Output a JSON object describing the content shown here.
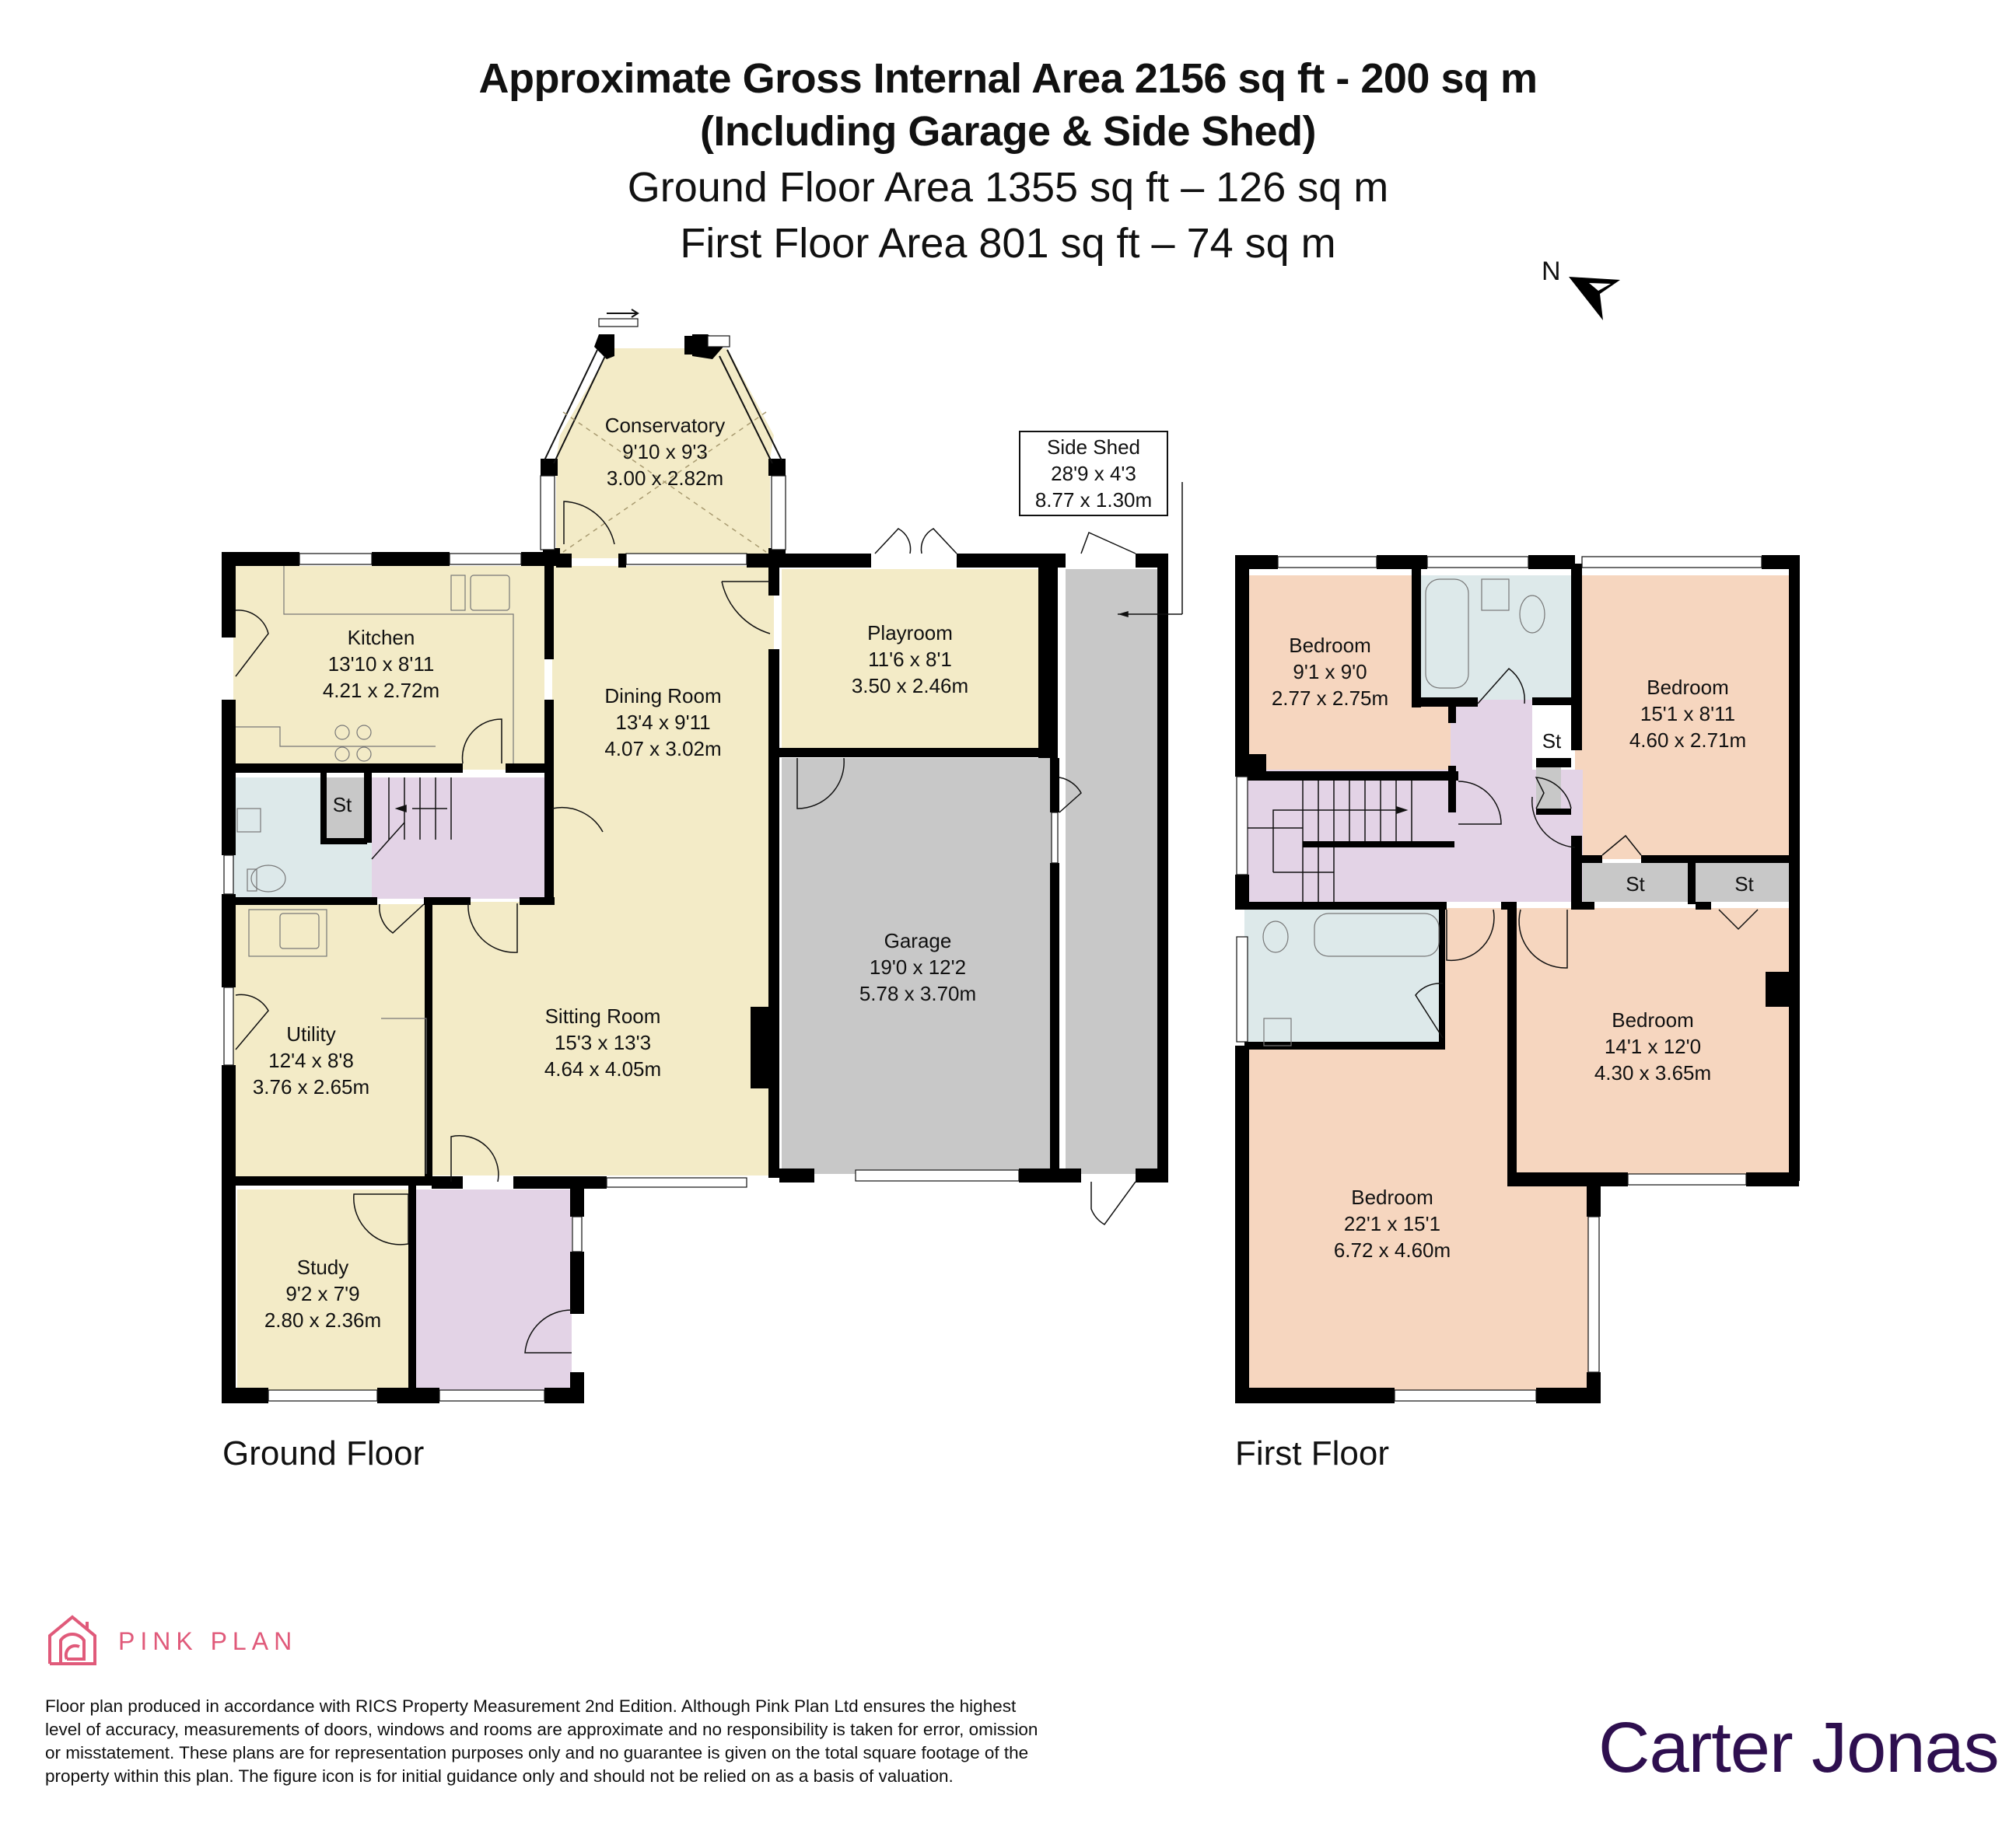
{
  "header": {
    "title_line1": "Approximate Gross Internal Area 2156 sq ft - 200 sq m",
    "title_line2": "(Including Garage & Side Shed)",
    "ground_floor_area": "Ground Floor Area 1355 sq ft – 126 sq m",
    "first_floor_area": "First Floor Area 801 sq ft – 74 sq m"
  },
  "compass": {
    "label": "N",
    "icon": "north-arrow-icon"
  },
  "colors": {
    "living": "#f3ebc7",
    "circulation": "#e3d3e6",
    "wet": "#dde9ea",
    "storage": "#c8c8c8",
    "bedroom": "#f6d6bf",
    "wall": "#000000",
    "pink_brand": "#e05a7a",
    "carter_jonas": "#2e0f4f"
  },
  "ground_floor": {
    "label": "Ground Floor",
    "rooms": [
      {
        "name": "Conservatory",
        "imperial": "9'10 x 9'3",
        "metric": "3.00 x 2.82m"
      },
      {
        "name": "Kitchen",
        "imperial": "13'10 x 8'11",
        "metric": "4.21 x 2.72m"
      },
      {
        "name": "Dining Room",
        "imperial": "13'4 x 9'11",
        "metric": "4.07 x 3.02m"
      },
      {
        "name": "Playroom",
        "imperial": "11'6 x 8'1",
        "metric": "3.50 x 2.46m"
      },
      {
        "name": "Garage",
        "imperial": "19'0 x 12'2",
        "metric": "5.78 x 3.70m"
      },
      {
        "name": "Utility",
        "imperial": "12'4 x 8'8",
        "metric": "3.76 x 2.65m"
      },
      {
        "name": "Sitting Room",
        "imperial": "15'3 x 13'3",
        "metric": "4.64 x 4.05m"
      },
      {
        "name": "Study",
        "imperial": "9'2 x 7'9",
        "metric": "2.80 x 2.36m"
      }
    ],
    "side_shed": {
      "name": "Side Shed",
      "imperial": "28'9 x 4'3",
      "metric": "8.77 x 1.30m"
    },
    "storage_label": "St"
  },
  "first_floor": {
    "label": "First Floor",
    "rooms": [
      {
        "name": "Bedroom",
        "imperial": "9'1 x 9'0",
        "metric": "2.77 x 2.75m"
      },
      {
        "name": "Bedroom",
        "imperial": "15'1 x 8'11",
        "metric": "4.60 x 2.71m"
      },
      {
        "name": "Bedroom",
        "imperial": "14'1 x 12'0",
        "metric": "4.30 x 3.65m"
      },
      {
        "name": "Bedroom",
        "imperial": "22'1 x 15'1",
        "metric": "6.72 x 4.60m"
      }
    ],
    "storage_labels": [
      "St",
      "St",
      "St"
    ]
  },
  "footer": {
    "pink_plan": "PINK PLAN",
    "disclaimer_lines": [
      "Floor plan produced in accordance with RICS Property Measurement 2nd Edition. Although Pink Plan Ltd ensures the highest",
      "level of accuracy, measurements of doors, windows and rooms are approximate and no responsibility is taken for error, omission",
      "or misstatement. These plans are for representation purposes only and no guarantee is given on the total square footage of the",
      "property within this plan. The figure icon is for initial guidance only and should not be relied on as a basis of valuation."
    ],
    "agent": "Carter Jonas"
  }
}
